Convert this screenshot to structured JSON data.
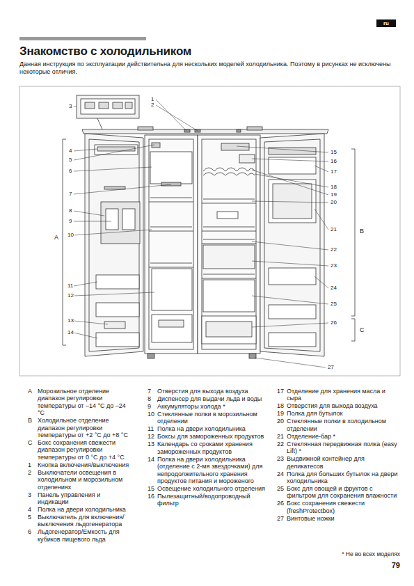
{
  "diagram": {
    "title": "Знакомство с холодильником",
    "nodes": [
      {
        "text": [
          "ru"
        ]
      }
    ],
    "labels": [
      "Данная инструкция по эксплуатации действительна для нескольких моделей холодильника. Поэтому в рисунках не исключены некоторые отличия.",
      "3",
      "1",
      "2",
      "4",
      "5",
      "6",
      "7",
      "8",
      "9",
      "10",
      "A",
      "11",
      "12",
      "13",
      "14",
      "15",
      "16",
      "17",
      "18",
      "19",
      "20",
      "21",
      "B",
      "22",
      "23",
      "24",
      "25",
      "26",
      "C",
      "27",
      "A",
      "Морозильное отделение диапазон регулировки температуры от –14 °C до –24 °C",
      "B",
      "Холодильное отделение диапазон регулировки температуры от +2 °C до +8 °C",
      "C",
      "Бокс сохранения свежести диапазон регулировки температуры от 0 °C до +4 °C",
      "1",
      "Кнопка включения/выключения",
      "2",
      "Выключатели освещения в холодильном и морозильном отделениях",
      "3",
      "Панель управления и индикации",
      "4",
      "Полка на двери холодильника",
      "5",
      "Выключатель для включения/ выключения льдогенератора",
      "6",
      "Льдогенератор/Емкость для кубиков пищевого льда",
      "7",
      "Отверстия для выхода воздуха",
      "8",
      "Диспенсер для выдачи льда и воды",
      "9",
      "Аккумуляторы холода *",
      "10",
      "Стеклянные полки в морозильном отделении",
      "11",
      "Полка на двери холодильника",
      "12",
      "Боксы для замороженных продуктов",
      "13",
      "Календарь со сроками хранения замороженных продуктов",
      "14",
      "Полка на двери холодильника (отделение с 2-мя звездочками) для непродолжительного хранения продуктов питания и мороженого",
      "15",
      "Освещение холодильного отделения",
      "16",
      "Пылезащитный/водопроводный фильтр",
      "17",
      "Отделение для хранения масла и сыра",
      "18",
      "Отверстия для выхода воздуха",
      "19",
      "Полка для бутылок",
      "20",
      "Стеклянные полки в холодильном отделении",
      "21",
      "Отделение-бар *",
      "22",
      "Стеклянная передвижная полка (easy Lift) *",
      "23",
      "Выдвижной контейнер для деликатесов",
      "24",
      "Полка для больших бутылок на двери холодильника",
      "25",
      "Бокс для овощей и фруктов с фильтром для сохранения влажности",
      "26",
      "Бокс сохранения свежести (freshProtectbox)",
      "27",
      "Винтовые ножки",
      "* Не во всех моделях",
      "79"
    ]
  }
}
